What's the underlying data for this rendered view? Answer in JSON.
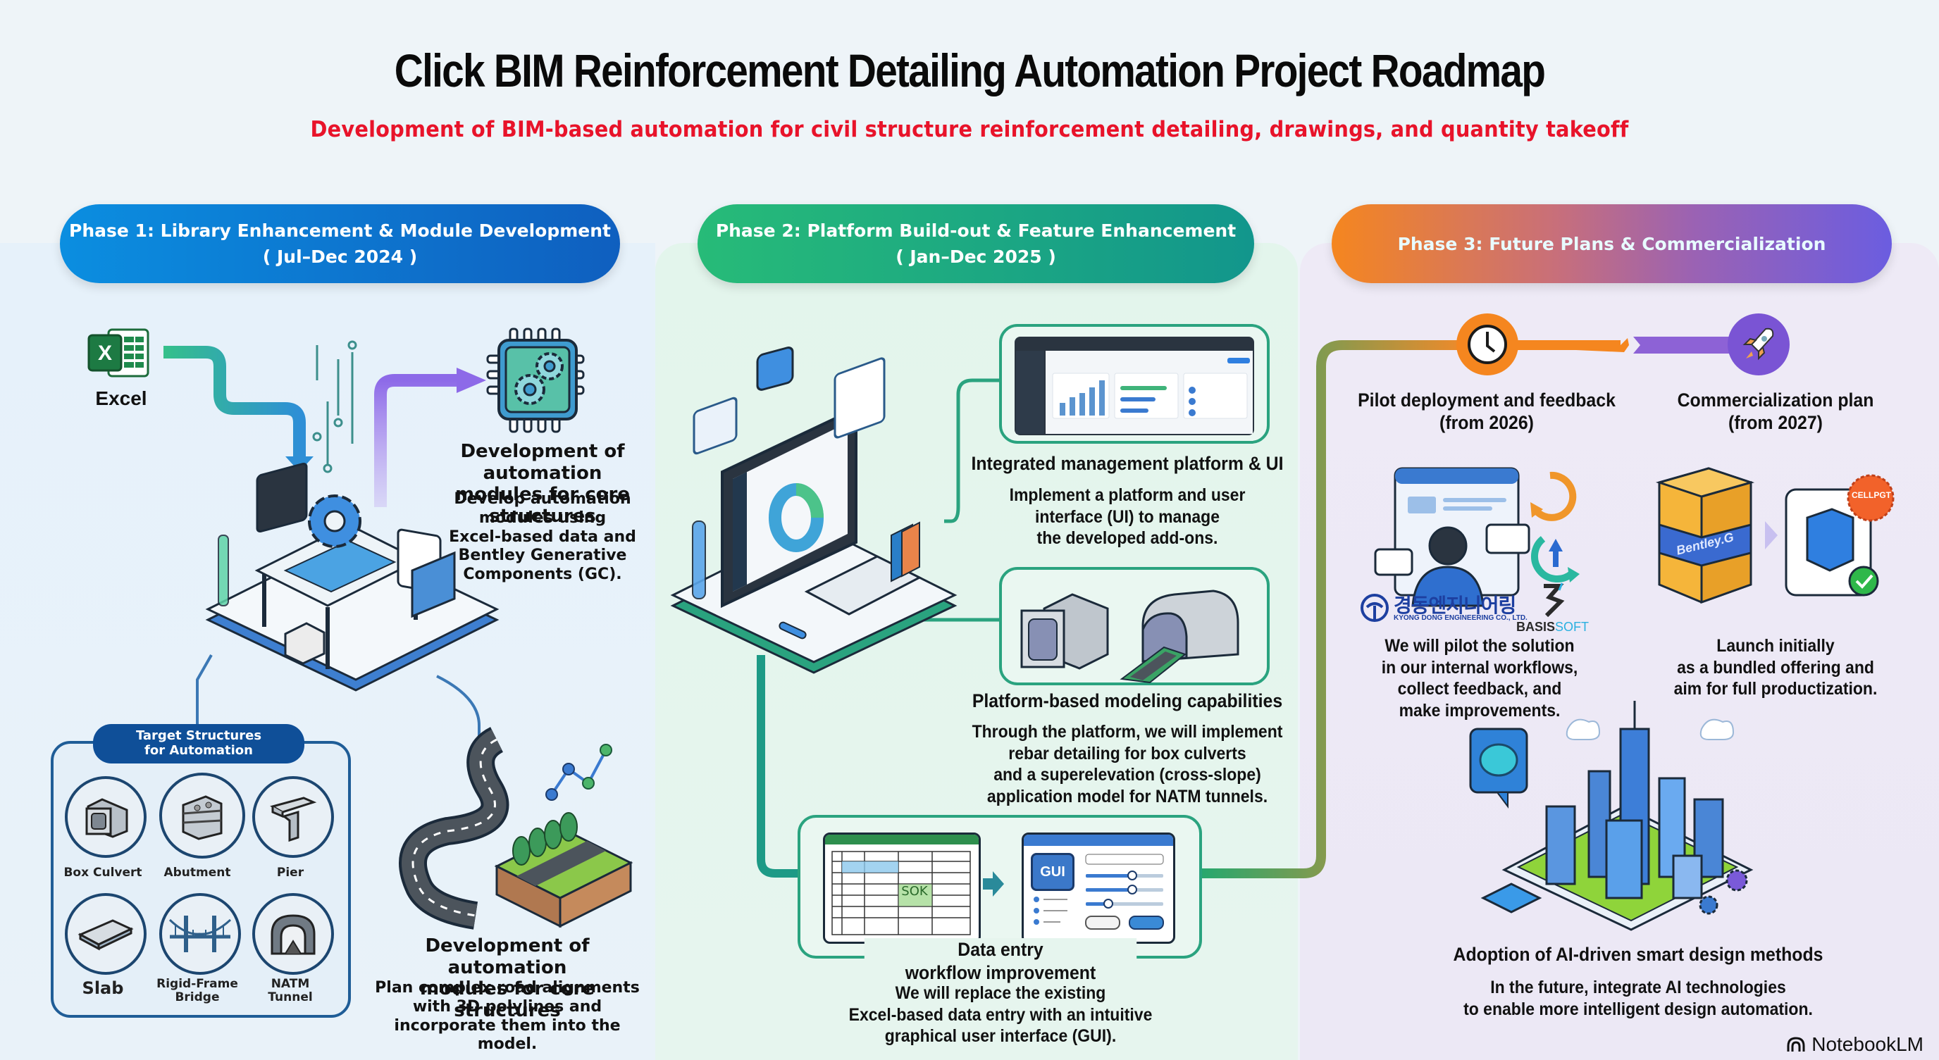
{
  "title": "Click BIM Reinforcement Detailing Automation Project Roadmap",
  "subtitle": "Development of BIM-based automation for civil structure reinforcement detailing, drawings, and quantity takeoff",
  "colors": {
    "phase1": "#0f6fcf",
    "phase2": "#1fa883",
    "phase3_start": "#f5861f",
    "phase3_end": "#6b5de0",
    "subtitle_red": "#e8132a"
  },
  "phase1": {
    "title": "Phase 1: Library Enhancement & Module Development",
    "period": "( Jul–Dec 2024 )",
    "excel_label": "Excel",
    "block1": {
      "heading_line1": "Development of automation",
      "heading_line2": "modules for core structures",
      "body": [
        "Develop automation",
        "modules using",
        "Excel-based data and",
        "Bentley Generative",
        "Components (GC)."
      ]
    },
    "targets": {
      "title_line1": "Target Structures",
      "title_line2": "for Automation",
      "items": [
        {
          "label": "Box Culvert",
          "icon": "box-culvert-icon"
        },
        {
          "label": "Abutment",
          "icon": "abutment-icon"
        },
        {
          "label": "Pier",
          "icon": "pier-icon"
        },
        {
          "label": "Slab",
          "icon": "slab-icon"
        },
        {
          "label": "Rigid-Frame Bridge",
          "icon": "bridge-icon"
        },
        {
          "label": "NATM Tunnel",
          "icon": "tunnel-icon"
        }
      ]
    },
    "block2": {
      "heading_line1": "Development of automation",
      "heading_line2": "modules for core structures",
      "body": [
        "Plan complex road alignments",
        "with 3D polylines and",
        "incorporate them into the model."
      ]
    }
  },
  "phase2": {
    "title": "Phase 2: Platform Build-out & Feature Enhancement",
    "period": "( Jan–Dec 2025 )",
    "block1": {
      "heading": "Integrated management platform & UI",
      "body": [
        "Implement a platform and user",
        "interface (UI) to manage",
        "the developed add-ons."
      ]
    },
    "block2": {
      "heading": "Platform-based modeling capabilities",
      "body": [
        "Through the platform, we will implement",
        "rebar detailing for box culverts",
        "and a superelevation (cross-slope)",
        "application model for NATM tunnels."
      ]
    },
    "block3": {
      "heading_line1": "Data entry",
      "heading_line2": "workflow improvement",
      "body": [
        "We will replace the existing",
        "Excel-based data entry with an intuitive",
        "graphical user interface (GUI)."
      ],
      "sheet_cell": "SOK",
      "gui_label": "GUI"
    }
  },
  "phase3": {
    "title": "Phase 3: Future Plans & Commercialization",
    "milestone1": {
      "heading": "Pilot deployment and feedback",
      "period": "(from 2026)",
      "body": [
        "We will pilot the solution",
        "in our internal workflows,",
        "collect feedback, and",
        "make improvements."
      ],
      "logo1_korean": "경동엔지니어링",
      "logo1_english": "KYONG DONG ENGINEERING CO., LTD.",
      "logo2_a": "BASIS",
      "logo2_b": "SOFT"
    },
    "milestone2": {
      "heading": "Commercialization plan",
      "period": "(from 2027)",
      "body": [
        "Launch initially",
        "as a bundled offering and",
        "aim for full productization."
      ],
      "box_label": "Bentley.G",
      "badge_label": "CELLPGT"
    },
    "block3": {
      "heading": "Adoption of AI-driven smart design methods",
      "body": [
        "In the future, integrate AI technologies",
        "to enable more intelligent design automation."
      ]
    }
  },
  "watermark": "NotebookLM"
}
